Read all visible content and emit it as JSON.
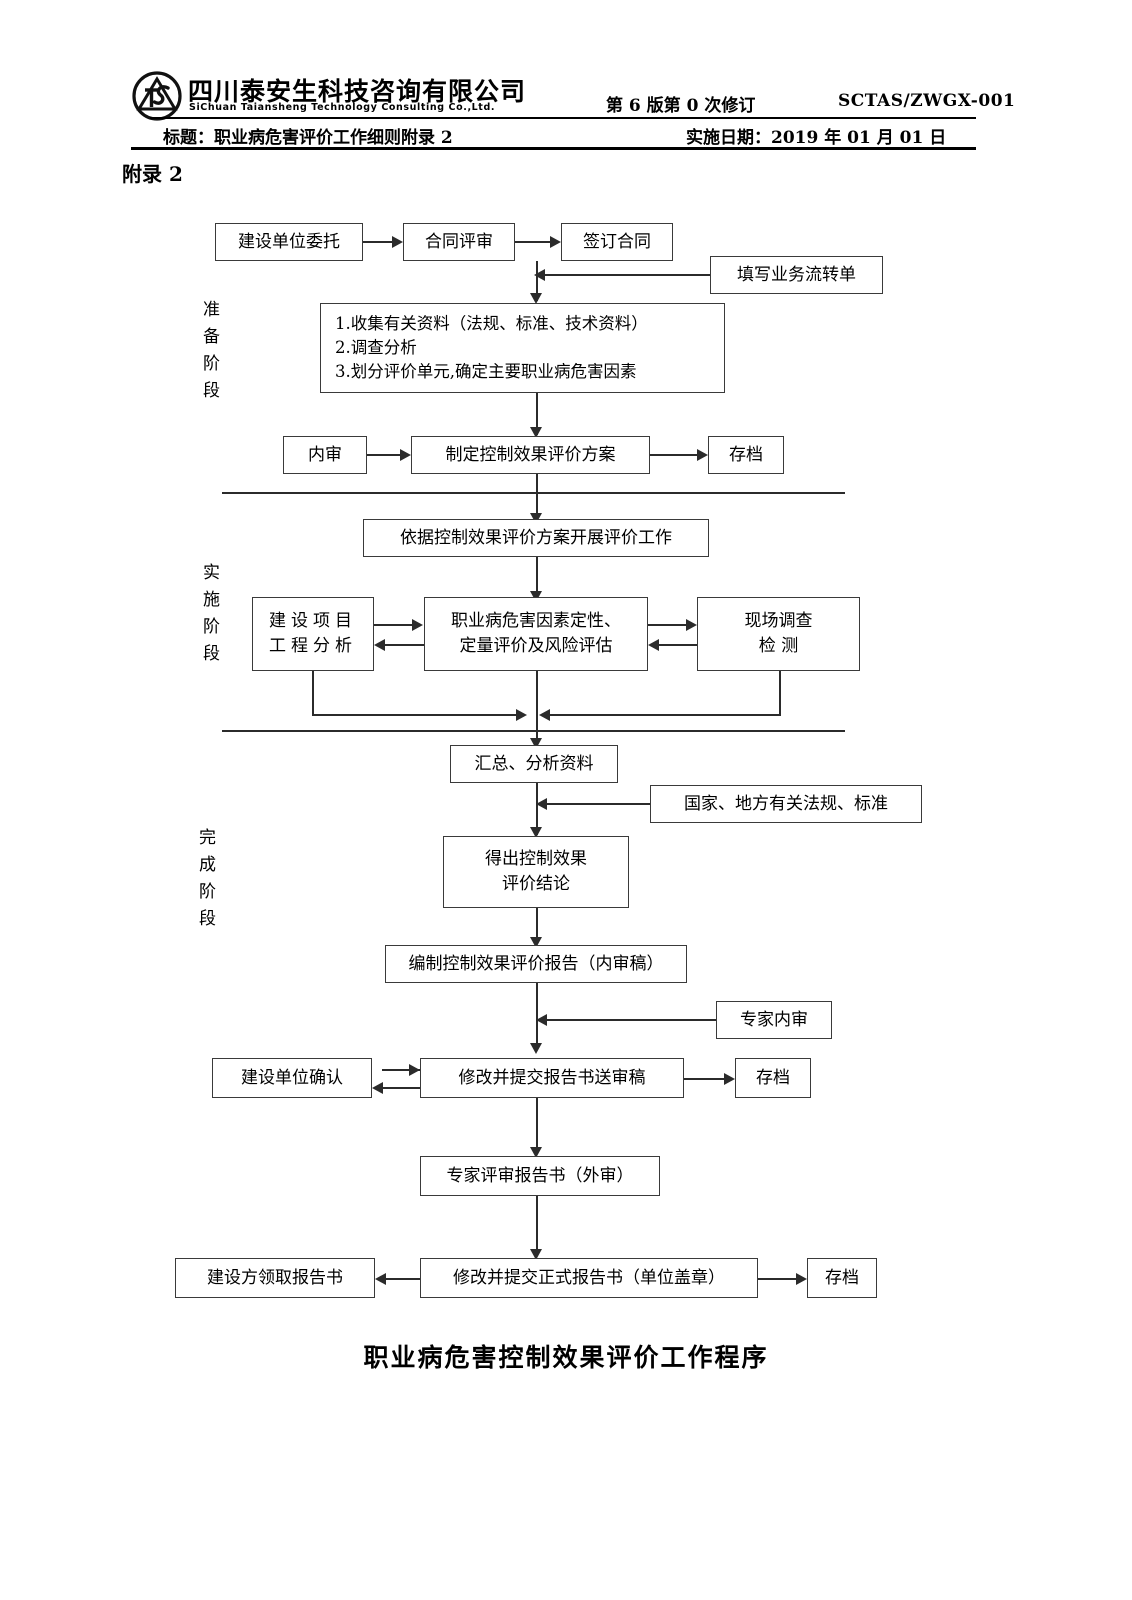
{
  "header": {
    "logo_cn": "四川泰安生科技咨询有限公司",
    "logo_en": "SiChuan Taiansheng Technology Consulting Co.,Ltd.",
    "revision": "第 6 版第 0 次修订",
    "doc_code": "SCTAS/ZWGX-001",
    "title_line": "标题：职业病危害评价工作细则附录 2",
    "effective_date": "实施日期：2019 年 01 月 01 日"
  },
  "appendix_label": "附录 2",
  "phases": [
    {
      "id": "prep",
      "label": "准备阶段"
    },
    {
      "id": "impl",
      "label": "实施阶段"
    },
    {
      "id": "done",
      "label": "完成阶段"
    }
  ],
  "flow": {
    "nodes": [
      {
        "id": "n01",
        "label": "建设单位委托"
      },
      {
        "id": "n02",
        "label": "合同评审"
      },
      {
        "id": "n03",
        "label": "签订合同"
      },
      {
        "id": "n04",
        "label": "填写业务流转单"
      },
      {
        "id": "n05",
        "label": "1.收集有关资料（法规、标准、技术资料）\n2.调查分析\n3.划分评价单元,确定主要职业病危害因素"
      },
      {
        "id": "n06",
        "label": "内审"
      },
      {
        "id": "n07",
        "label": "制定控制效果评价方案"
      },
      {
        "id": "n08",
        "label": "存档"
      },
      {
        "id": "n09",
        "label": "依据控制效果评价方案开展评价工作"
      },
      {
        "id": "n10",
        "label": "建设项目\n工程分析"
      },
      {
        "id": "n11",
        "label": "职业病危害因素定性、\n定量评价及风险评估"
      },
      {
        "id": "n12",
        "label": "现场调查\n检  测"
      },
      {
        "id": "n13",
        "label": "汇总、分析资料"
      },
      {
        "id": "n14",
        "label": "国家、地方有关法规、标准"
      },
      {
        "id": "n15",
        "label": "得出控制效果\n评价结论"
      },
      {
        "id": "n16",
        "label": "编制控制效果评价报告（内审稿）"
      },
      {
        "id": "n17",
        "label": "专家内审"
      },
      {
        "id": "n18",
        "label": "建设单位确认"
      },
      {
        "id": "n19",
        "label": "修改并提交报告书送审稿"
      },
      {
        "id": "n20",
        "label": "存档"
      },
      {
        "id": "n21",
        "label": "专家评审报告书（外审）"
      },
      {
        "id": "n22",
        "label": "建设方领取报告书"
      },
      {
        "id": "n23",
        "label": "修改并提交正式报告书（单位盖章）"
      },
      {
        "id": "n24",
        "label": "存档"
      }
    ]
  },
  "footer_title": "职业病危害控制效果评价工作程序",
  "colors": {
    "ink": "#000000",
    "line": "#2b2b2b",
    "box_border": "#3a3a3a",
    "page_bg": "#ffffff"
  }
}
